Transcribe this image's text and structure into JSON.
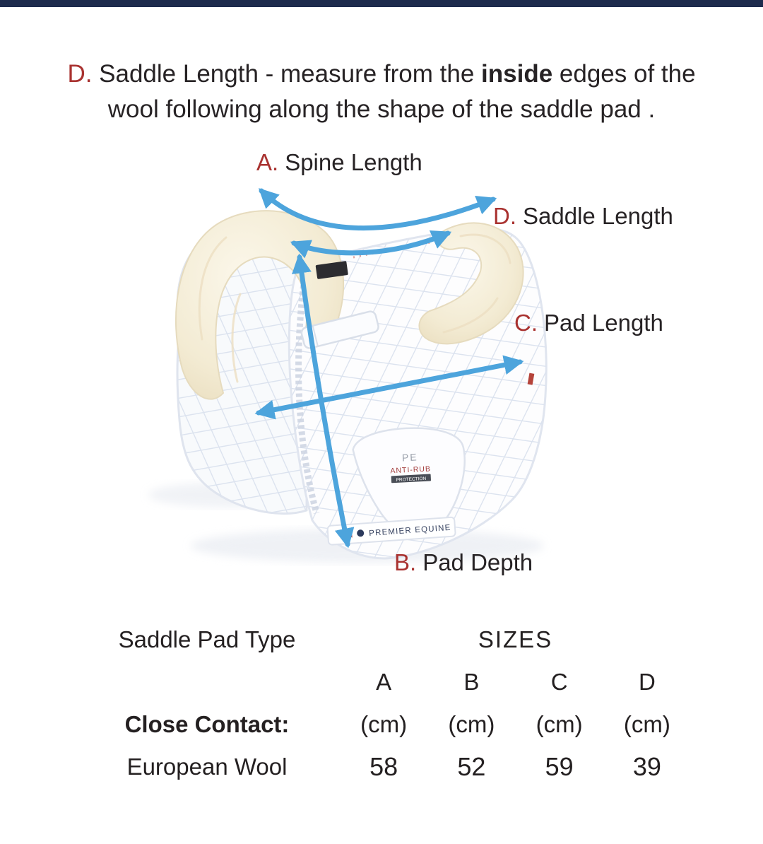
{
  "page": {
    "top_bar_color": "#1e2b4d",
    "accent_red": "#a93230",
    "arrow_blue": "#4da4dc",
    "text_color": "#272325"
  },
  "heading": {
    "prefix_letter": "D.",
    "text_before_bold": " Saddle Length - measure from the ",
    "bold_word": "inside",
    "text_after_bold": " edges of the",
    "line2": "wool following along the shape of the saddle pad ."
  },
  "diagram": {
    "labels": {
      "spine": {
        "letter": "A.",
        "name": "Spine Length"
      },
      "saddle": {
        "letter": "D.",
        "name": "Saddle Length"
      },
      "pad_length": {
        "letter": "C.",
        "name": "Pad Length"
      },
      "pad_depth": {
        "letter": "B.",
        "name": "Pad Depth"
      }
    },
    "pad_labels": {
      "pe": "PE",
      "anti_rub": "ANTI-RUB",
      "protection": "PROTECTION",
      "brand": "PREMIER EQUINE"
    }
  },
  "table": {
    "type_header": "Saddle Pad Type",
    "sizes_header": "SIZES",
    "columns": [
      "A",
      "B",
      "C",
      "D"
    ],
    "unit": "(cm)",
    "product_line1": "Close Contact:",
    "product_line2": "European Wool",
    "values": [
      "58",
      "52",
      "59",
      "39"
    ]
  }
}
